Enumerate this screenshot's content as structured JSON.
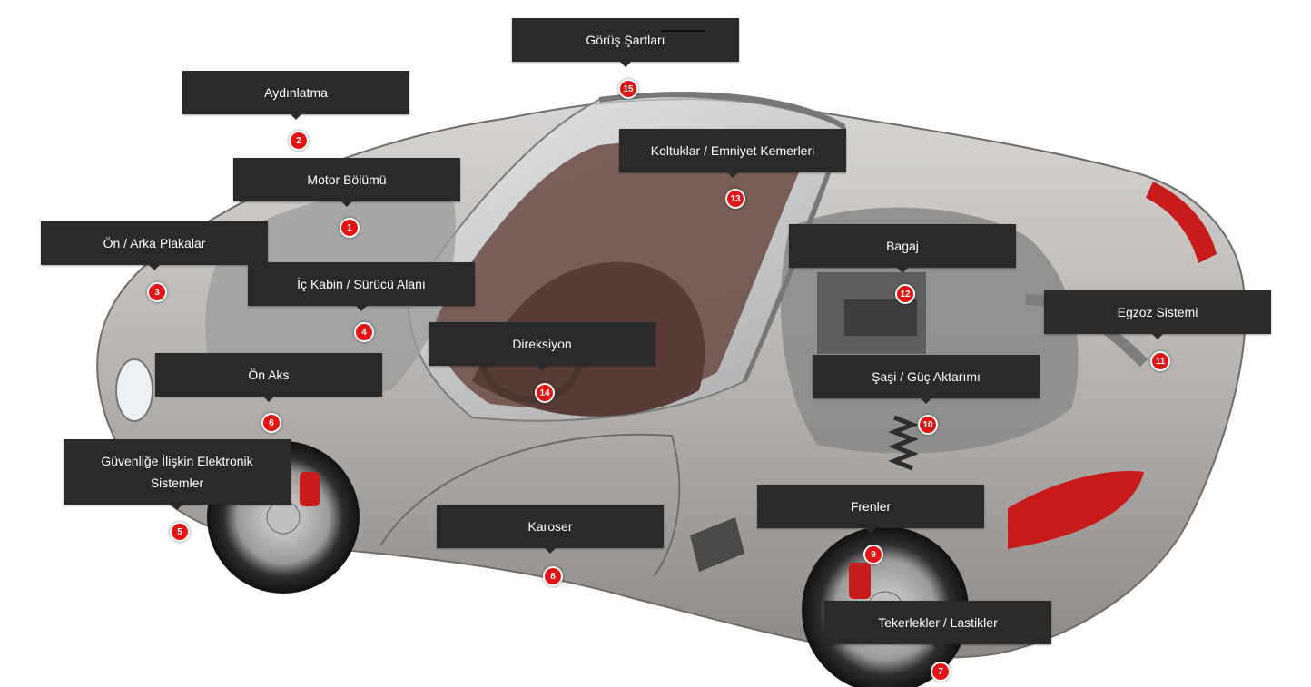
{
  "colors": {
    "label_bg": "#2a2a2a",
    "label_text": "#ffffff",
    "marker": "#e41414",
    "car_body": "#b9b6b3",
    "interior": "#6b4a43",
    "taillight": "#c81c1c"
  },
  "callouts": [
    {
      "label": "Görüş Şartları",
      "number": "15"
    },
    {
      "label": "Aydınlatma",
      "number": "2"
    },
    {
      "label": "Motor Bölümü",
      "number": "1"
    },
    {
      "label": "Ön / Arka Plakalar",
      "number": "3"
    },
    {
      "label": "İç Kabin / Sürücü Alanı",
      "number": "4"
    },
    {
      "label": "Ön Aks",
      "number": "6"
    },
    {
      "label": "Güvenliğe İlişkin Elektronik Sistemler",
      "number": "5"
    },
    {
      "label": "Direksiyon",
      "number": "14"
    },
    {
      "label": "Karoser",
      "number": "8"
    },
    {
      "label": "Koltuklar / Emniyet Kemerleri",
      "number": "13"
    },
    {
      "label": "Bagaj",
      "number": "12"
    },
    {
      "label": "Egzoz Sistemi",
      "number": "11"
    },
    {
      "label": "Şaşi / Güç Aktarımı",
      "number": "10"
    },
    {
      "label": "Frenler",
      "number": "9"
    },
    {
      "label": "Tekerlekler / Lastikler",
      "number": "7"
    }
  ]
}
